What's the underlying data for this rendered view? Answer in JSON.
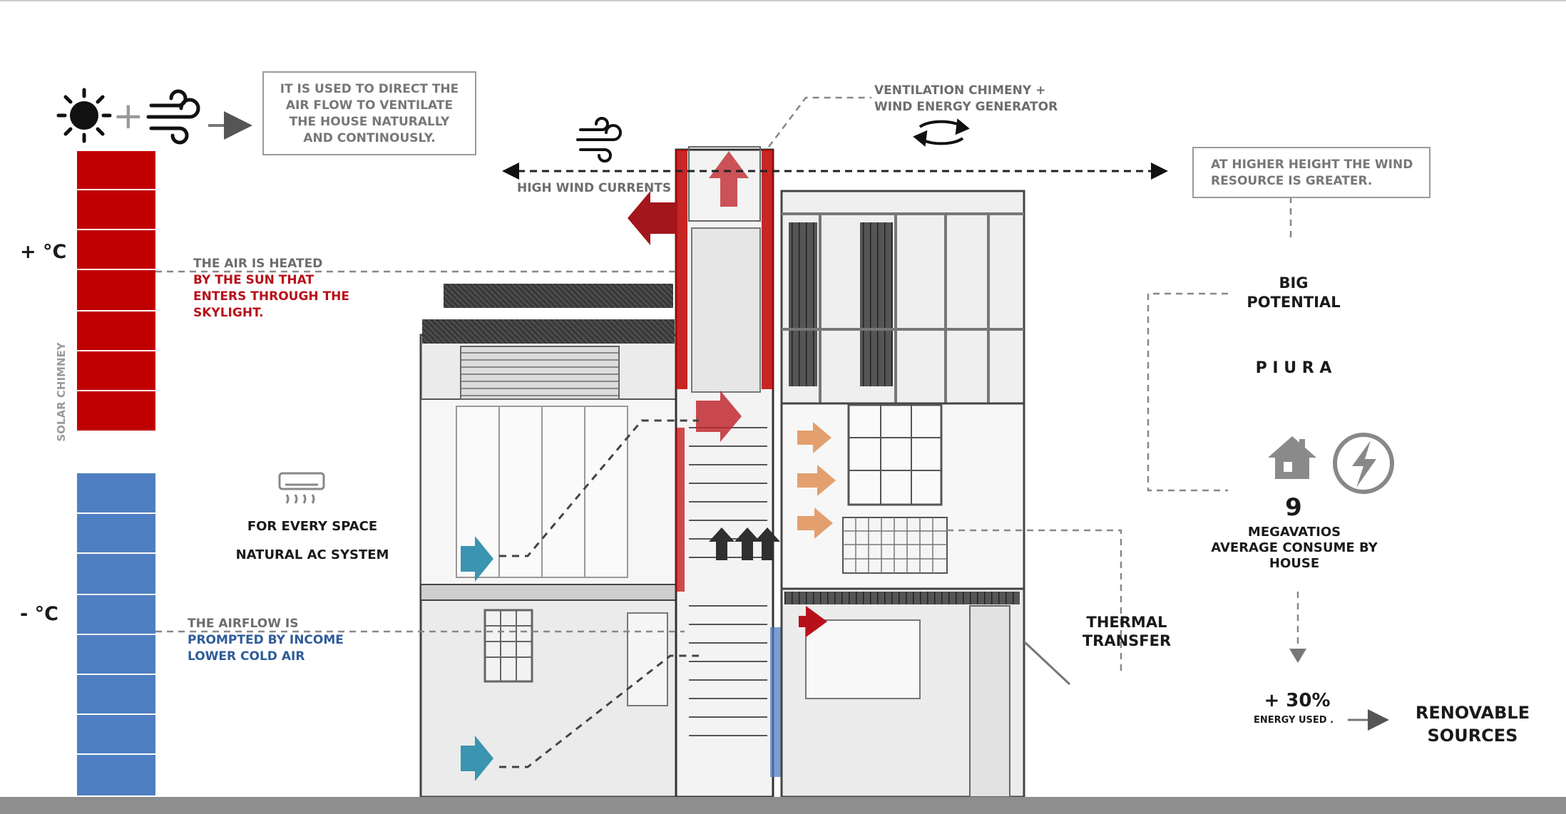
{
  "temperature": {
    "hot_label": "+ °C",
    "cold_label": "- °C",
    "chimney_label": "SOLAR CHIMNEY"
  },
  "notes": {
    "airflow_direction": [
      "IT IS USED TO DIRECT THE",
      "AIR FLOW TO VENTILATE",
      "THE HOUSE NATURALLY",
      "AND CONTINOUSLY."
    ],
    "chimney": [
      "VENTILATION CHIMENY +",
      "WIND ENERGY GENERATOR"
    ],
    "high_wind": "HIGH WIND CURRENTS",
    "wind_resource": [
      "AT HIGHER HEIGHT THE WIND",
      "RESOURCE IS GREATER."
    ],
    "heated_air": {
      "line1": "THE AIR IS HEATED",
      "line2": "BY THE SUN THAT",
      "line3": "ENTERS THROUGH THE",
      "line4": "SKYLIGHT."
    },
    "cold_air": {
      "line1": "THE AIRFLOW IS",
      "line2": "PROMPTED BY INCOME",
      "line3": "LOWER COLD AIR"
    },
    "ac": {
      "line1": "FOR EVERY SPACE",
      "line2": "NATURAL AC SYSTEM"
    },
    "thermal": [
      "THERMAL",
      "TRANSFER"
    ]
  },
  "stats": {
    "potential": [
      "BIG",
      "POTENTIAL"
    ],
    "location": "P I U R A",
    "number": "9",
    "consume": [
      "MEGAVATIOS",
      "AVERAGE CONSUME BY",
      "HOUSE"
    ],
    "percent": "+ 30%",
    "energy_used": "ENERGY USED .",
    "renewable": [
      "RENOVABLE",
      "SOURCES"
    ]
  },
  "colors": {
    "hot": "#c00000",
    "cold": "#4f7fc2",
    "arrow_red": "#c0292f",
    "arrow_orange": "#e3a06e",
    "arrow_teal": "#3b95b0"
  },
  "icons": [
    "sun-icon",
    "wind-icon",
    "rotation-icon",
    "air-conditioner-icon",
    "house-icon",
    "lightning-icon"
  ]
}
